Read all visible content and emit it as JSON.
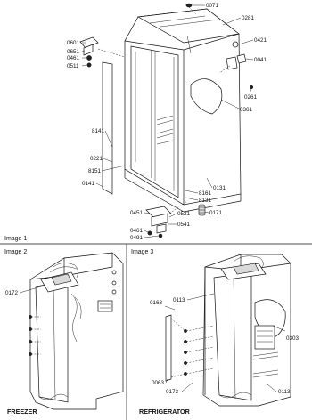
{
  "image1": {
    "caption": "Image 1",
    "labels": {
      "l0071": "0071",
      "l0281": "0281",
      "l0421": "0421",
      "l0041": "0041",
      "l0261": "0261",
      "l0361": "0361",
      "l0601": "0601",
      "l0651": "0651",
      "l0461a": "0461",
      "l0511": "0511",
      "l8141": "8141",
      "l0221": "0221",
      "l8151": "8151",
      "l0141": "0141",
      "l0131": "0131",
      "l8161": "8161",
      "l8131": "8131",
      "l0171": "0171",
      "l0451": "0451",
      "l0521": "0521",
      "l0541": "0541",
      "l0461b": "0461",
      "l0491": "0491"
    }
  },
  "image2": {
    "caption": "Image 2",
    "labels": {
      "l0172": "0172"
    },
    "section_label": "FREEZER"
  },
  "image3": {
    "caption": "Image 3",
    "labels": {
      "l0163": "0163",
      "l0113a": "0113",
      "l0303": "0303",
      "l0063": "0063",
      "l0173": "0173",
      "l0113b": "0113"
    },
    "section_label": "REFRIGERATOR"
  }
}
